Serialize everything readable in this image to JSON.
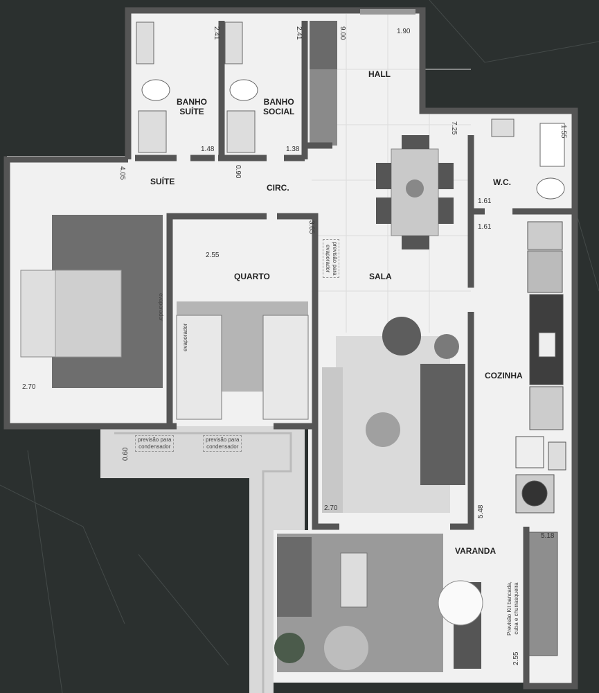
{
  "rooms": {
    "banho_suite": "BANHO\nSUÍTE",
    "banho_social": "BANHO\nSOCIAL",
    "hall": "HALL",
    "suite": "SUÍTE",
    "circ": "CIRC.",
    "wc": "W.C.",
    "quarto": "QUARTO",
    "sala": "SALA",
    "cozinha": "COZINHA",
    "varanda": "VARANDA"
  },
  "dimensions": {
    "banho_suite_h": "2.41",
    "banho_social_h": "2.41",
    "hall_h": "9.00",
    "hall_w": "1.90",
    "banho_suite_w": "1.48",
    "banho_social_w": "1.38",
    "circ_w": "0.90",
    "suite_h": "4.05",
    "sala_h": "7.25",
    "wc_h": "1.55",
    "wc_w": "1.61",
    "cozinha_w": "1.61",
    "quarto_h": "3.65",
    "quarto_w": "2.55",
    "suite_w": "2.70",
    "sala_w": "2.70",
    "cozinha_h": "5.48",
    "varanda_w": "5.18",
    "varanda_h": "2.55",
    "condensador_h": "0.60"
  },
  "notes": {
    "condensador_1": "previsão para\ncondensador",
    "condensador_2": "previsão para\ncondensador",
    "evaporador_sala": "previsão para\nevaporador",
    "evaporador_quarto": "evaporador",
    "evaporador_suite": "evaporador",
    "kit_varanda": "Previsão Kit bancada,\ncuba e churrasqueira"
  },
  "colors": {
    "background": "#2b302f",
    "wall": "#555555",
    "floor": "#f1f1f1",
    "terrace": "#d9d9d9"
  }
}
